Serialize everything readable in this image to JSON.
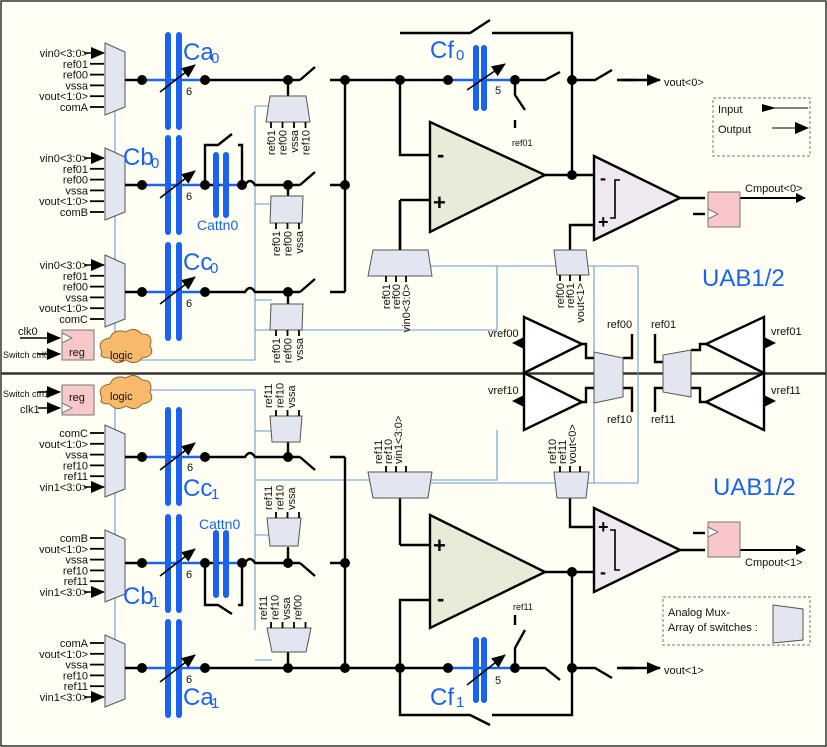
{
  "diagram": {
    "title_top": "UAB1/2",
    "title_bottom": "UAB1/2",
    "colors": {
      "capacitor": "#1a62f0",
      "background": "#fffff4",
      "opamp": "#e8ebd8",
      "comparator": "#efe8f0",
      "register": "#f8c8c8",
      "logic": "#f7b96a",
      "mux": "#e2e6f0",
      "control_wire": "#6a9ad6"
    },
    "top": {
      "mux_a_inputs": [
        "vin0<3:0>",
        "ref01",
        "ref00",
        "vssa",
        "vout<1:0>",
        "comA"
      ],
      "mux_b_inputs": [
        "vin0<3:0>",
        "ref01",
        "ref00",
        "vssa",
        "vout<1:0>",
        "comB"
      ],
      "mux_c_inputs": [
        "vin0<3:0>",
        "ref01",
        "ref00",
        "vssa",
        "vout<1:0>",
        "comC"
      ],
      "cap_a": {
        "name": "Ca",
        "sub": "0",
        "bits": "6"
      },
      "cap_b": {
        "name": "Cb",
        "sub": "0",
        "bits": "6"
      },
      "cap_c": {
        "name": "Cc",
        "sub": "0",
        "bits": "6"
      },
      "cap_f": {
        "name": "Cf",
        "sub": "0",
        "bits": "5"
      },
      "cattn": "Cattn0",
      "mux1_labels": [
        "ref01",
        "ref00",
        "vssa",
        "ref10"
      ],
      "mux2_labels": [
        "ref01",
        "ref00",
        "vssa"
      ],
      "mux3_labels": [
        "ref01",
        "ref00",
        "vssa"
      ],
      "plus_mux_labels": [
        "ref01",
        "ref00",
        "vin0<3:0>"
      ],
      "comp_mux_labels": [
        "ref00",
        "ref01",
        "vout<1>"
      ],
      "ref_switch": "ref01",
      "vout": "vout<0>",
      "cmpout": "Cmpout<0>",
      "clk": "clk0",
      "switch_ctrl": "Switch ctrl0",
      "reg": "reg",
      "logic": "logic"
    },
    "bottom": {
      "mux_c_inputs": [
        "comC",
        "vout<1:0>",
        "vssa",
        "ref10",
        "ref11",
        "vin1<3:0>"
      ],
      "mux_b_inputs": [
        "comB",
        "vout<1:0>",
        "vssa",
        "ref10",
        "ref11",
        "vin1<3:0>"
      ],
      "mux_a_inputs": [
        "comA",
        "vout<1:0>",
        "vssa",
        "ref10",
        "ref11",
        "vin1<3:0>"
      ],
      "cap_a": {
        "name": "Ca",
        "sub": "1",
        "bits": "6"
      },
      "cap_b": {
        "name": "Cb",
        "sub": "1",
        "bits": "6"
      },
      "cap_c": {
        "name": "Cc",
        "sub": "1",
        "bits": "6"
      },
      "cap_f": {
        "name": "Cf",
        "sub": "1",
        "bits": "5"
      },
      "cattn": "Cattn0",
      "mux1_labels": [
        "ref11",
        "ref10",
        "vssa"
      ],
      "mux2_labels": [
        "ref11",
        "ref10",
        "vssa"
      ],
      "mux3_labels": [
        "ref11",
        "ref10",
        "vssa",
        "ref00"
      ],
      "plus_mux_labels": [
        "ref11",
        "ref10",
        "vin1<3:0>"
      ],
      "comp_mux_labels": [
        "ref10",
        "ref11",
        "vout<0>"
      ],
      "ref_switch": "ref11",
      "vout": "vout<1>",
      "cmpout": "Cmpout<1>",
      "clk": "clk1",
      "switch_ctrl": "Switch ctrl1",
      "reg": "reg",
      "logic": "logic"
    },
    "refbuf": {
      "vref00": "vref00",
      "vref10": "vref10",
      "vref01": "vref01",
      "vref11": "vref11",
      "ref00": "ref00",
      "ref10": "ref10",
      "ref01": "ref01",
      "ref11": "ref11"
    },
    "legend_io": {
      "input": "Input",
      "output": "Output"
    },
    "legend_mux": {
      "line1": "Analog Mux-",
      "line2": "Array of switches :"
    }
  }
}
